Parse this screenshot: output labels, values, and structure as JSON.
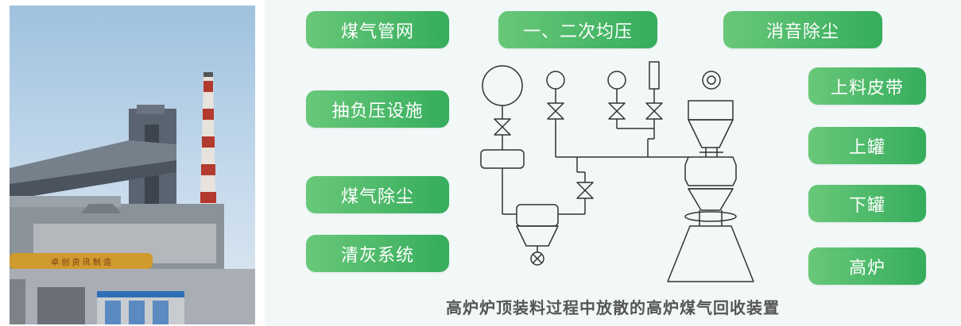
{
  "labels": {
    "gas_network": "煤气管网",
    "equalizing": "一、二次均压",
    "silencer": "消音除尘",
    "negative_pressure": "抽负压设施",
    "gas_dedusting": "煤气除尘",
    "ash_cleaning": "清灰系统",
    "belt": "上料皮带",
    "upper_tank": "上罐",
    "lower_tank": "下罐",
    "furnace": "高炉"
  },
  "caption": "高炉炉顶装料过程中放散的高炉煤气回收装置",
  "photo_banner": "卓 创 资 讯 制 造",
  "colors": {
    "pill_start": "#69c879",
    "pill_end": "#35ad5c",
    "line": "#333333",
    "panel_bg": "#f1f8f7"
  }
}
